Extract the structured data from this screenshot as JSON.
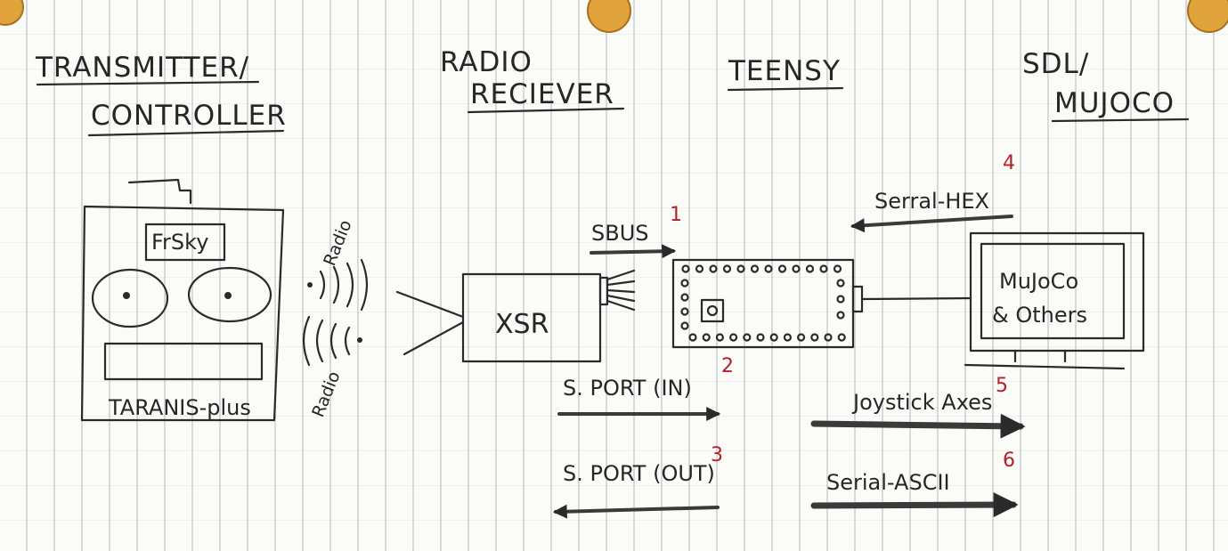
{
  "headers": {
    "transmitter_line1": "TRANSMITTER/",
    "transmitter_line2": "CONTROLLER",
    "radio_line1": "RADIO",
    "radio_line2": "RECIEVER",
    "teensy": "TEENSY",
    "sdl_line1": "SDL/",
    "sdl_line2": "MUJOCO"
  },
  "transmitter": {
    "brand": "FrSky",
    "model": "TARANIS-plus"
  },
  "radio_labels": {
    "top": "Radio",
    "bottom": "Radio"
  },
  "receiver": {
    "label": "XSR"
  },
  "monitor": {
    "line1": "MuJoCo",
    "line2": "& Others"
  },
  "links": [
    {
      "id": "sbus",
      "label": "SBUS",
      "number": "1"
    },
    {
      "id": "sport_in",
      "label": "S. PORT (IN)",
      "number": "2"
    },
    {
      "id": "sport_out",
      "label": "S. PORT (OUT)",
      "number": "3"
    },
    {
      "id": "serial_hex",
      "label": "Serral-HEX",
      "number": "4"
    },
    {
      "id": "joystick",
      "label": "Joystick Axes",
      "number": "5"
    },
    {
      "id": "serial_ascii",
      "label": "Serial-ASCII",
      "number": "6"
    }
  ],
  "colors": {
    "ink": "#2a2a2a",
    "annotation": "#b4202a",
    "paper": "#fbfbf8",
    "pin": "#e0a23a"
  }
}
